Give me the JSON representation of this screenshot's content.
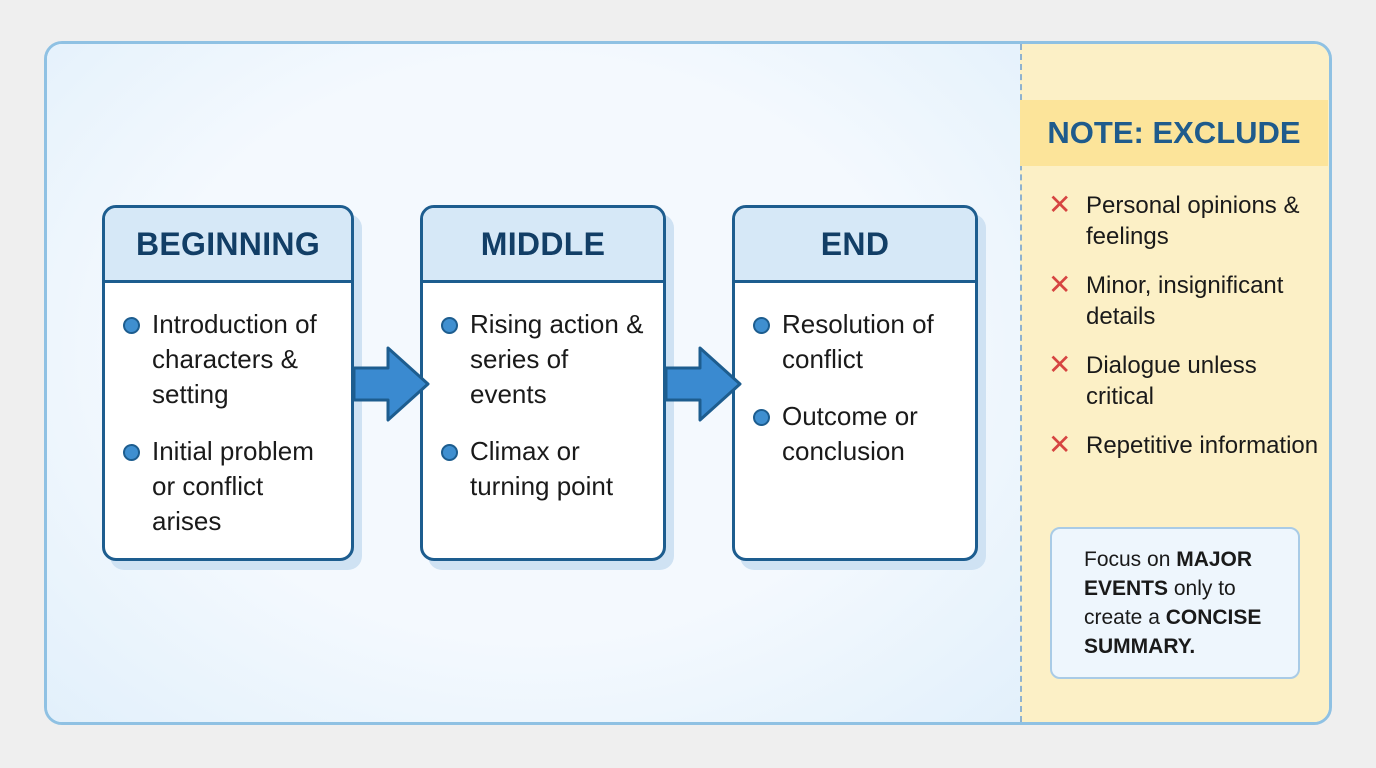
{
  "stages": [
    {
      "title": "BEGINNING",
      "bullets": [
        "Introduction of characters & setting",
        "Initial problem or conflict arises"
      ]
    },
    {
      "title": "MIDDLE",
      "bullets": [
        "Rising action & series of events",
        "Climax or turning point"
      ]
    },
    {
      "title": "END",
      "bullets": [
        "Resolution of conflict",
        "Outcome or conclusion"
      ]
    }
  ],
  "note": {
    "title": "NOTE: EXCLUDE",
    "icon": "x-mark-icon",
    "items": [
      "Personal opinions & feelings",
      "Minor, insignificant details",
      "Dialogue unless critical",
      "Repetitive information"
    ]
  },
  "focus": {
    "p1": "Focus on ",
    "b1": "MAJOR EVENTS",
    "p2": " only to create a ",
    "b2": "CONCISE SUMMARY."
  },
  "colors": {
    "stage_border": "#1d5d8f",
    "stage_header": "#d6e8f7",
    "arrow_fill": "#3a8ad0",
    "note_panel": "#fcf0c6",
    "note_banner": "#fce49a",
    "x_mark": "#d64541"
  }
}
